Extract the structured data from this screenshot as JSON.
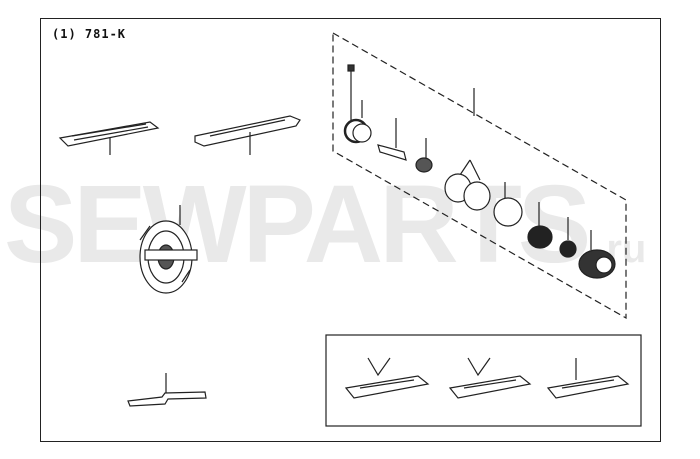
{
  "diagram": {
    "title": "(1) 781-K",
    "watermark": "SEWPARTS",
    "watermark_suffix": ".ru"
  }
}
